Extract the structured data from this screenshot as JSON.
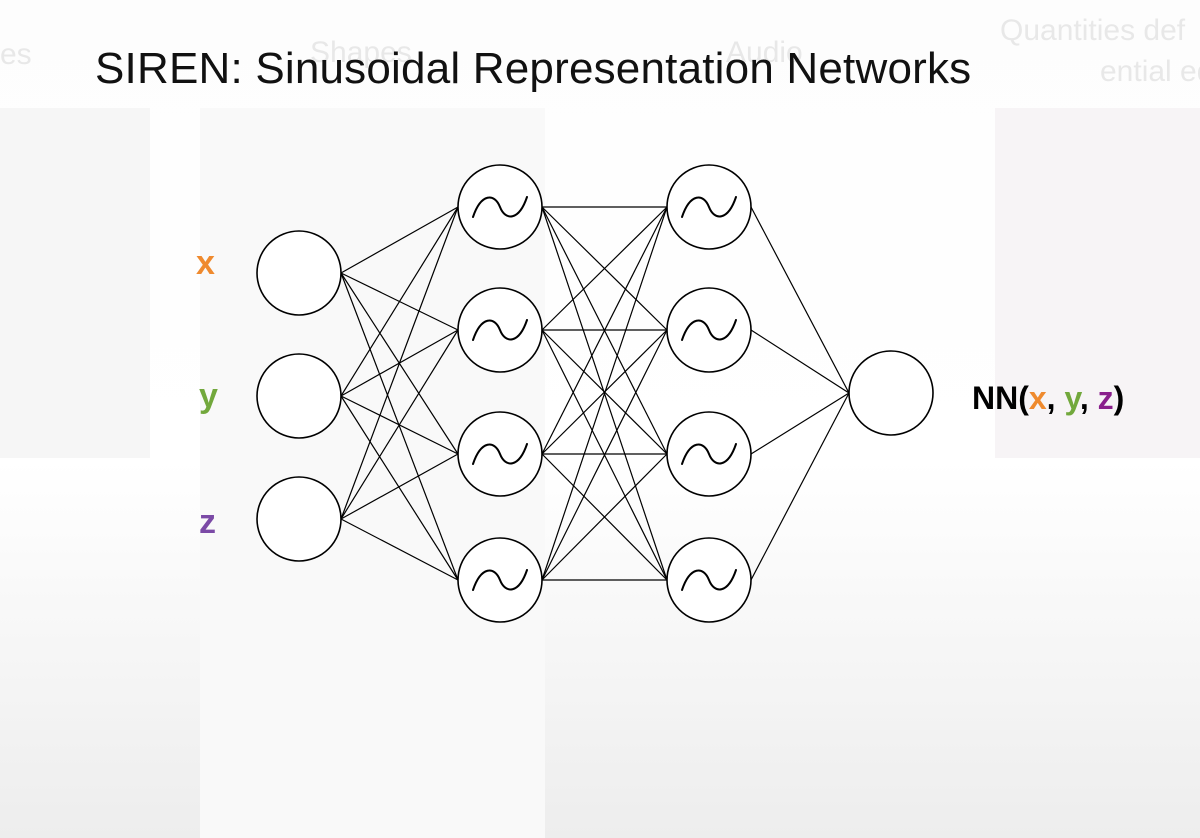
{
  "title": "SIREN: Sinusoidal Representation Networks",
  "background_words": [
    "es",
    "Shapes",
    "Audio",
    "Quantities def",
    "ential eq"
  ],
  "inputs": [
    {
      "label": "x",
      "color": "#ef8a2e"
    },
    {
      "label": "y",
      "color": "#72a83c"
    },
    {
      "label": "z",
      "color": "#7b4aa6"
    }
  ],
  "output": {
    "prefix": "NN(",
    "args": [
      {
        "text": "x",
        "color": "#ef8a2e"
      },
      {
        "text": "y",
        "color": "#72a83c"
      },
      {
        "text": "z",
        "color": "#8a1f8c"
      }
    ],
    "separator": ", ",
    "suffix": ")"
  },
  "network": {
    "input_nodes": 3,
    "hidden_layers": 2,
    "hidden_nodes_per_layer": 4,
    "output_nodes": 1,
    "hidden_activation_icon": "sine-wave-icon"
  }
}
